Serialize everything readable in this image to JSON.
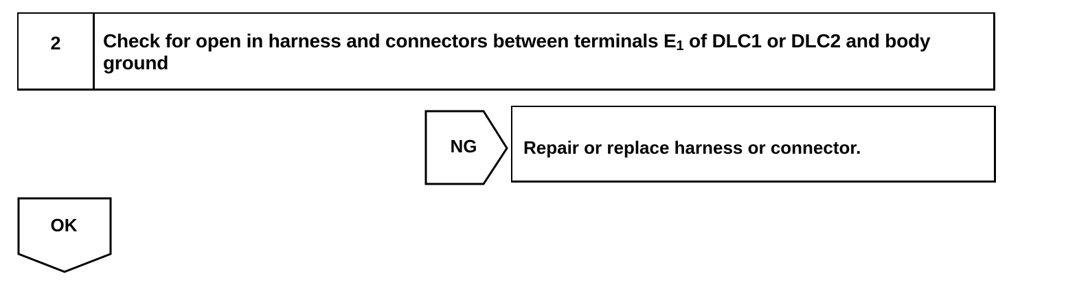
{
  "step": {
    "number": "2",
    "title_part1": "Check for open in harness and connectors between terminals E",
    "title_subscript": "1",
    "title_part2": " of DLC1 or DLC2 and body ground"
  },
  "ng_branch": {
    "label": "NG",
    "action": "Repair or replace harness or connector."
  },
  "ok_branch": {
    "label": "OK"
  }
}
